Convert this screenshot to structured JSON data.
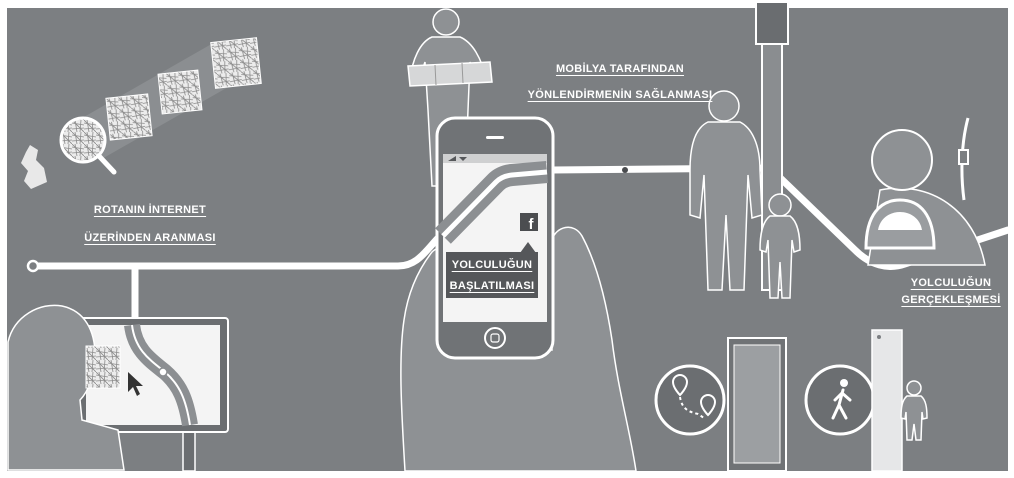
{
  "colors": {
    "background": "#7c7f82",
    "route_line": "#ffffff",
    "label_text": "#ffffff",
    "label_box": "#55575a",
    "silhouette": "#8e9194"
  },
  "labels": {
    "route_search": {
      "line1": "ROTANIN İNTERNET",
      "line2": "ÜZERİNDEN ARANMASI"
    },
    "furniture_guidance": {
      "line1": "MOBİLYA TARAFINDAN",
      "line2": "YÖNLENDİRMENİN SAĞLANMASI"
    },
    "journey_start": {
      "line1": "YOLCULUĞUN",
      "line2": "BAŞLATILMASI"
    },
    "journey_realization": {
      "line1": "YOLCULUĞUN",
      "line2": "GERÇEKLEŞMESİ"
    }
  },
  "phone": {
    "app_icon": "facebook-icon",
    "app_glyph": "f"
  },
  "icons": {
    "search": "magnifier-icon",
    "route_pins": "map-pin-icon",
    "pedestrian": "walking-person-icon",
    "cursor": "cursor-arrow-icon"
  }
}
